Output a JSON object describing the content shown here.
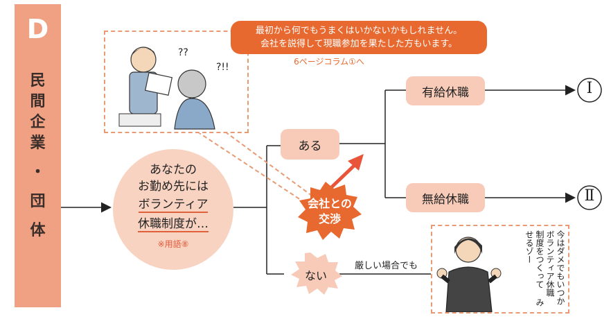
{
  "side_tab": {
    "letter": "D",
    "word": "民間企業・団体"
  },
  "speech": {
    "line1": "最初から何でもうまくはいかないかもしれません。",
    "line2": "会社を説得して現職参加を果たした方もいます。"
  },
  "column_ref": "6ページコラム①へ",
  "main_question": {
    "lines": [
      "あなたの",
      "お勤め先には",
      "ボランティア",
      "休職制度が…"
    ],
    "note": "※用語⑧"
  },
  "branches": {
    "yes": "ある",
    "no": "ない",
    "paid": "有給休職",
    "unpaid": "無給休職",
    "result_paid": "Ⅰ",
    "result_unpaid": "Ⅱ"
  },
  "negotiate": {
    "line1": "会社との",
    "line2": "交渉"
  },
  "strict_case": "厳しい場合でも",
  "character_text": "今はダメでもいつか ボランティア休職 制度をつくって みせるゾー",
  "colors": {
    "tab": "#f0a183",
    "accent": "#e8692f",
    "pill": "#f7cbb8",
    "circle": "#f9d3c1",
    "dash": "#e89a73"
  }
}
